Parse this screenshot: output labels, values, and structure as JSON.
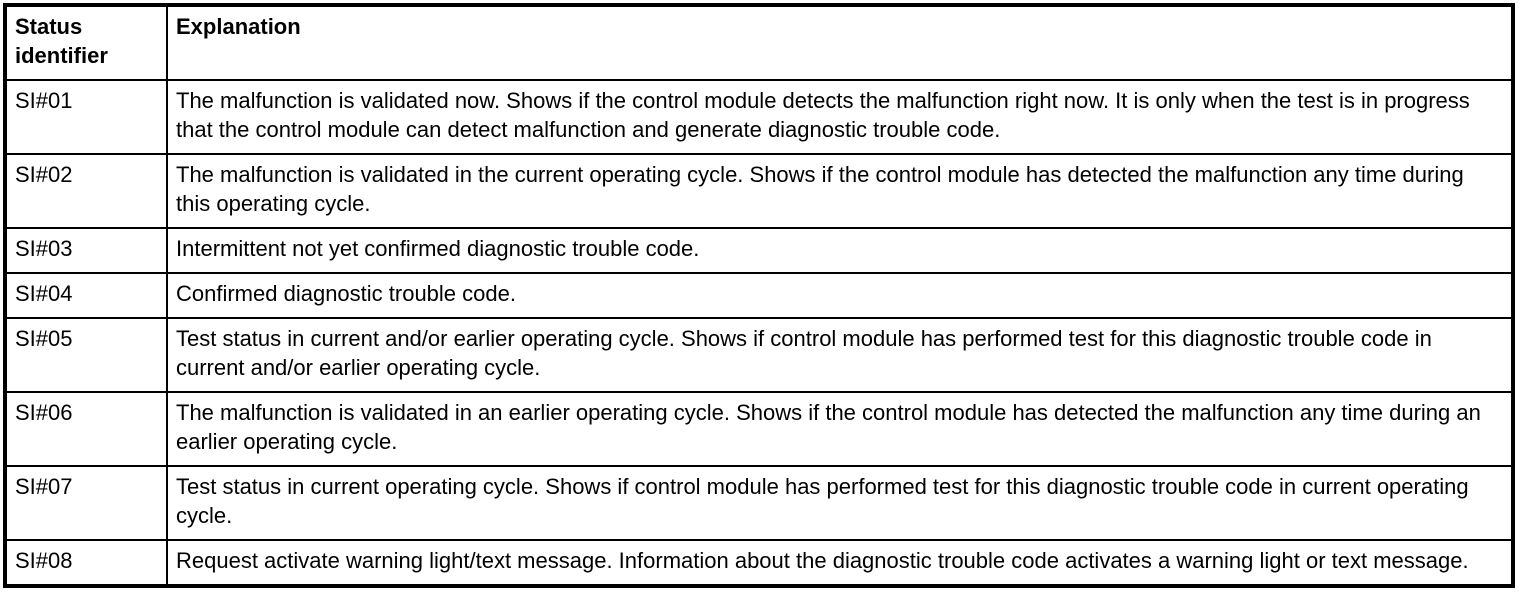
{
  "colors": {
    "border": "#000000",
    "background": "#ffffff",
    "text": "#000000"
  },
  "table": {
    "headers": {
      "status": "Status identifier",
      "explanation": "Explanation"
    },
    "rows": [
      {
        "id": "SI#01",
        "explanation": "The malfunction is validated now. Shows if the control module detects the malfunction right now. It is only when the test is in progress that the control module can detect malfunction and generate diagnostic trouble code."
      },
      {
        "id": "SI#02",
        "explanation": "The malfunction is validated in the current operating cycle. Shows if the control module has detected the malfunction any time during this operating cycle."
      },
      {
        "id": "SI#03",
        "explanation": "Intermittent not yet confirmed diagnostic trouble code."
      },
      {
        "id": "SI#04",
        "explanation": "Confirmed diagnostic trouble code."
      },
      {
        "id": "SI#05",
        "explanation": "Test status in current and/or earlier operating cycle. Shows if control module has performed test for this diagnostic trouble code in current and/or earlier operating cycle."
      },
      {
        "id": "SI#06",
        "explanation": "The malfunction is validated in an earlier operating cycle. Shows if the control module has detected the malfunction any time during an earlier operating cycle."
      },
      {
        "id": "SI#07",
        "explanation": "Test status in current operating cycle. Shows if control module has performed test for this diagnostic trouble code in current operating cycle."
      },
      {
        "id": "SI#08",
        "explanation": "Request activate warning light/text message. Information about the diagnostic trouble code activates a warning light or text message."
      }
    ]
  }
}
